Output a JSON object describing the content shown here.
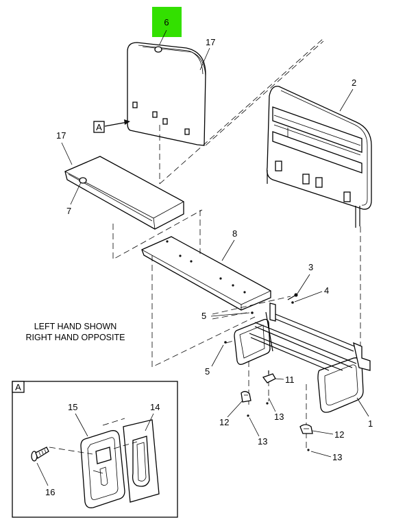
{
  "highlight": {
    "label": "6",
    "color": "#33e000"
  },
  "callouts": {
    "c1": "1",
    "c2": "2",
    "c3": "3",
    "c4": "4",
    "c5a": "5",
    "c5b": "5",
    "c7": "7",
    "c8": "8",
    "c11": "11",
    "c12a": "12",
    "c12b": "12",
    "c13a": "13",
    "c13b": "13",
    "c13c": "13",
    "c14": "14",
    "c15": "15",
    "c16": "16",
    "c17a": "17",
    "c17b": "17"
  },
  "view_refs": {
    "ref_a": "A",
    "detail_a": "A"
  },
  "notes": {
    "line1": "LEFT HAND SHOWN",
    "line2": "RIGHT HAND OPPOSITE"
  }
}
